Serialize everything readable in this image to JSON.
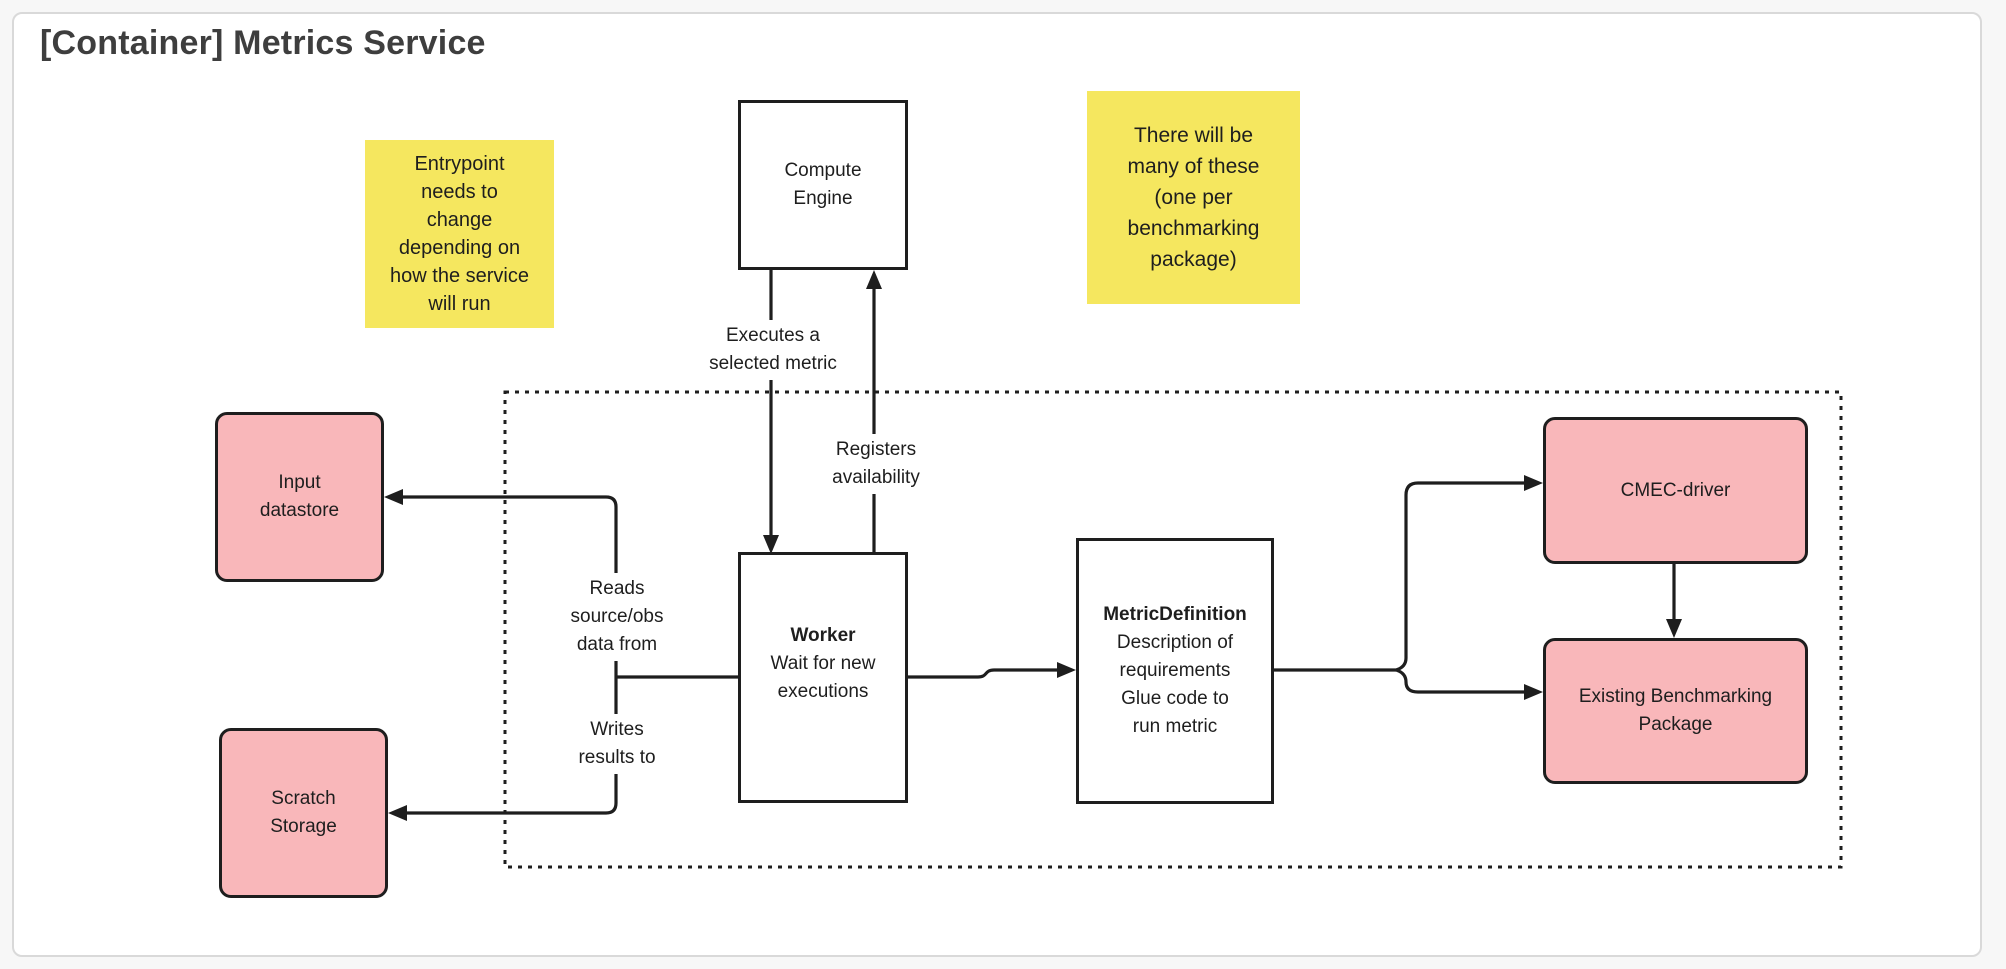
{
  "title": "[Container] Metrics Service",
  "colors": {
    "ink": "#1e1e1e",
    "title-color": "#3e3e3e",
    "pink": "#f9b7ba",
    "yellow": "#f5e75f",
    "card-border": "#d9d9d9",
    "label-bg": "#ffffff"
  },
  "notes": {
    "entrypoint": {
      "lines": [
        "Entrypoint",
        "needs to",
        "change",
        "depending on",
        "how the service",
        "will run"
      ]
    },
    "many": {
      "lines": [
        "There will be",
        "many of these",
        "(one per",
        "benchmarking",
        "package)"
      ]
    }
  },
  "nodes": {
    "compute_engine": {
      "lines": [
        "Compute",
        "Engine"
      ]
    },
    "worker": {
      "title": "Worker",
      "lines": [
        "Wait for new",
        "executions"
      ]
    },
    "metric_definition": {
      "title": "MetricDefinition",
      "lines": [
        "Description of",
        "requirements",
        "Glue code to",
        "run metric"
      ]
    },
    "input_datastore": {
      "lines": [
        "Input",
        "datastore"
      ]
    },
    "scratch_storage": {
      "lines": [
        "Scratch",
        "Storage"
      ]
    },
    "cmec_driver": {
      "lines": [
        "CMEC-driver"
      ]
    },
    "existing_benchmarking_package": {
      "lines": [
        "Existing Benchmarking",
        "Package"
      ]
    }
  },
  "edge_labels": {
    "executes": {
      "lines": [
        "Executes a",
        "selected metric"
      ]
    },
    "registers": {
      "lines": [
        "Registers",
        "availability"
      ]
    },
    "reads": {
      "lines": [
        "Reads",
        "source/obs",
        "data from"
      ]
    },
    "writes": {
      "lines": [
        "Writes",
        "results to"
      ]
    }
  }
}
